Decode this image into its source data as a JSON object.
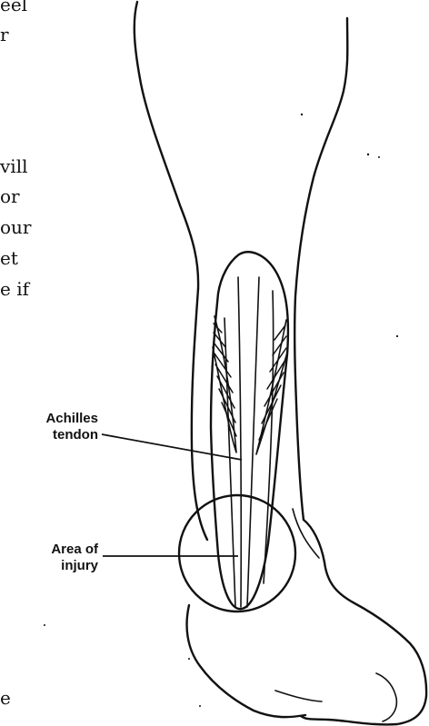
{
  "text_fragments": [
    "eel",
    "r",
    "vill",
    "or",
    "our",
    "et",
    "e if",
    "e"
  ],
  "labels": {
    "achilles_tendon": [
      "Achilles",
      "tendon"
    ],
    "area_of_injury": [
      "Area of",
      "injury"
    ]
  },
  "colors": {
    "ink": "#111111",
    "paper": "#ffffff"
  }
}
